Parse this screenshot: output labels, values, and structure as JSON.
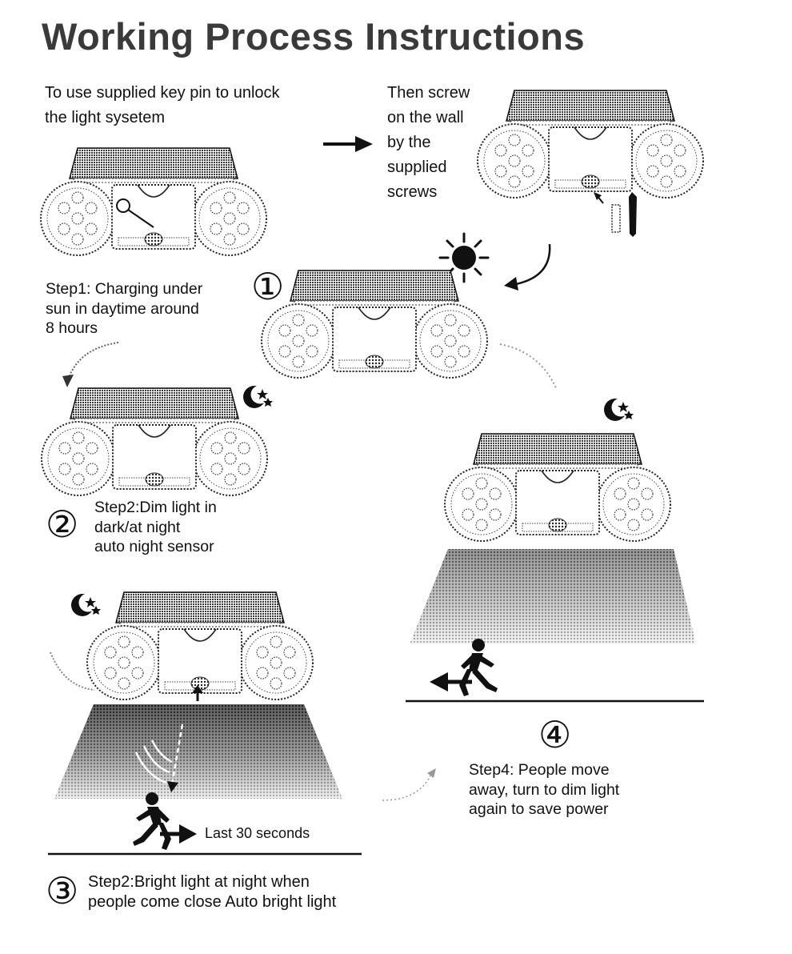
{
  "title": "Working Process Instructions",
  "intro": {
    "unlock_text": "To use supplied key pin to unlock\nthe light sysetem",
    "screw_text": "Then screw\non the wall\nby the\nsupplied\nscrews"
  },
  "steps": {
    "step1": {
      "number": "①",
      "text": "Step1: Charging under\nsun in daytime around\n8 hours"
    },
    "step2": {
      "number": "②",
      "text": "Step2:Dim light in\ndark/at night\nauto night sensor"
    },
    "step3": {
      "number": "③",
      "text": "Step2:Bright light at night when\npeople come close Auto bright light",
      "caption": "Last 30 seconds"
    },
    "step4": {
      "number": "④",
      "text": "Step4:  People move\naway, turn to dim light\nagain to save power"
    }
  },
  "icons": [
    "sun-icon",
    "moon-star-icon",
    "arrow-right-icon",
    "screw-icon",
    "key-pin-icon",
    "running-person-icon"
  ]
}
